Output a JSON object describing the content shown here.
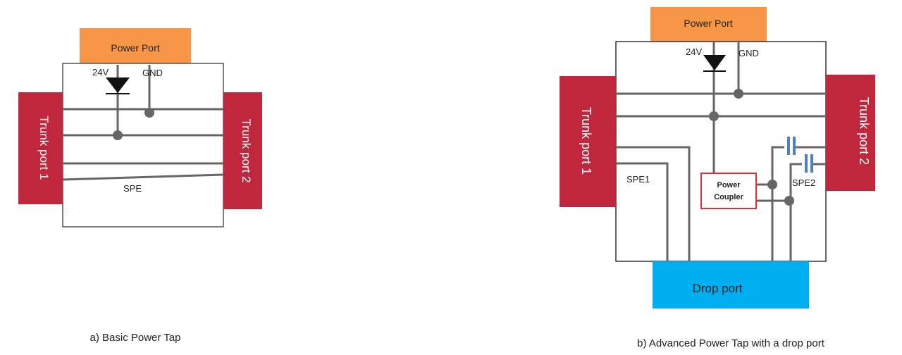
{
  "colors": {
    "power_port": "#F79646",
    "trunk_port": "#C0273D",
    "drop_port": "#00AEEF",
    "wire": "#666666",
    "capacitor": "#4F81BD",
    "power_coupler_border": "#E03030"
  },
  "diagram_a": {
    "power_port": "Power Port",
    "label_24v": "24V",
    "label_gnd": "GND",
    "trunk_port_1": "Trunk port 1",
    "trunk_port_2": "Trunk port 2",
    "spe": "SPE",
    "caption": "a) Basic Power Tap"
  },
  "diagram_b": {
    "power_port": "Power Port",
    "label_24v": "24V",
    "label_gnd": "GND",
    "trunk_port_1": "Trunk port 1",
    "trunk_port_2": "Trunk port 2",
    "spe1": "SPE1",
    "spe2": "SPE2",
    "power_coupler_line1": "Power",
    "power_coupler_line2": "Coupler",
    "drop_port": "Drop port",
    "caption": "b) Advanced Power Tap  with  a drop port"
  }
}
